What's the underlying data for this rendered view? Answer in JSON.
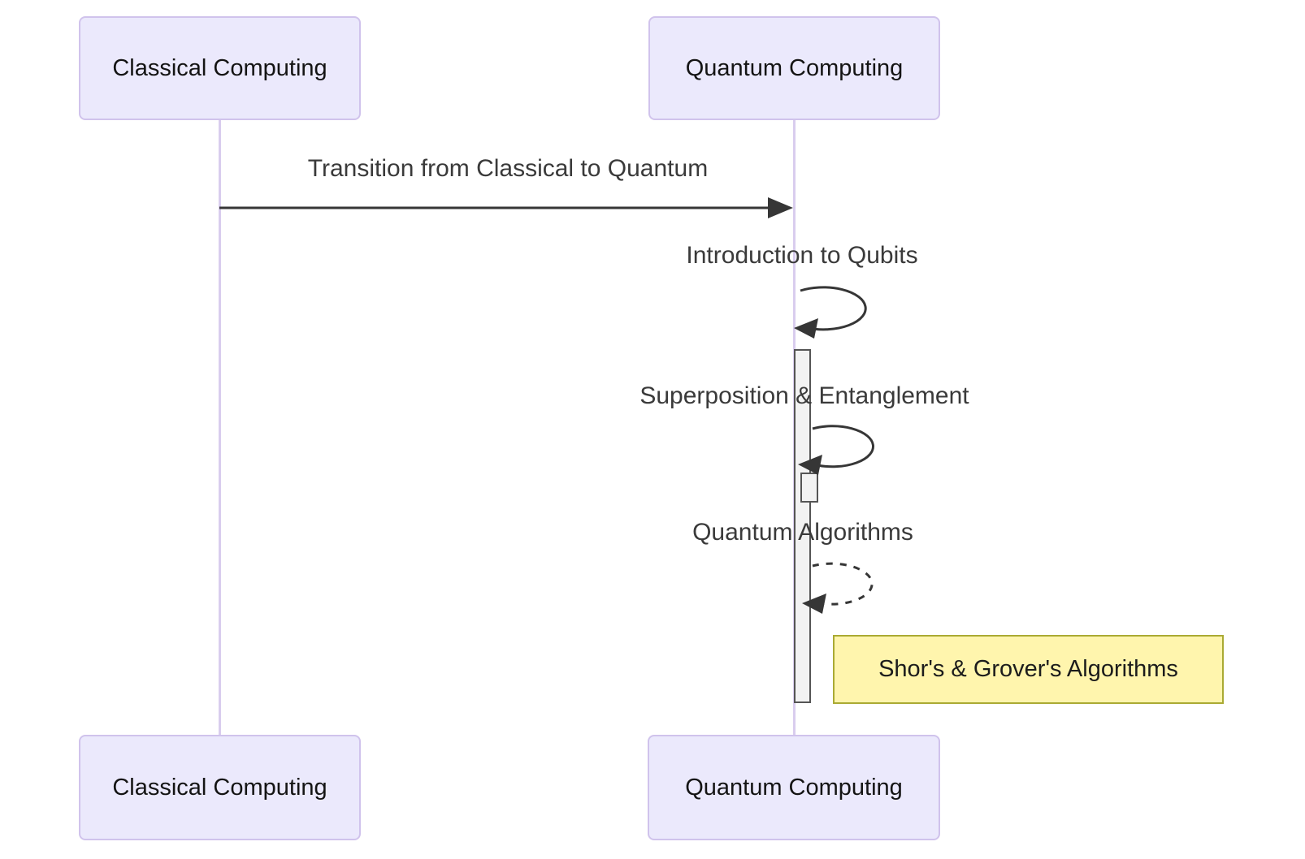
{
  "diagram": {
    "type": "sequence-diagram",
    "participants": [
      {
        "id": "classical",
        "label": "Classical Computing"
      },
      {
        "id": "quantum",
        "label": "Quantum Computing"
      }
    ],
    "messages": [
      {
        "from": "classical",
        "to": "quantum",
        "style": "solid-arrow",
        "label": "Transition from Classical to Quantum"
      },
      {
        "from": "quantum",
        "to": "quantum",
        "style": "self-loop-solid",
        "label": "Introduction to Qubits"
      },
      {
        "from": "quantum",
        "to": "quantum",
        "style": "self-loop-solid",
        "label": "Superposition & Entanglement"
      },
      {
        "from": "quantum",
        "to": "quantum",
        "style": "self-loop-dashed",
        "label": "Quantum Algorithms"
      }
    ],
    "note": {
      "target": "quantum",
      "position": "right",
      "label": "Shor's & Grover's Algorithms"
    },
    "colors": {
      "actor_fill": "#ebe9fc",
      "actor_border": "#d0c3ec",
      "lifeline": "#d9cdee",
      "signal": "#363636",
      "activation_fill": "#f2f2f2",
      "activation_border": "#555555",
      "note_fill": "#fff5ad",
      "note_border": "#aaaa33"
    }
  }
}
